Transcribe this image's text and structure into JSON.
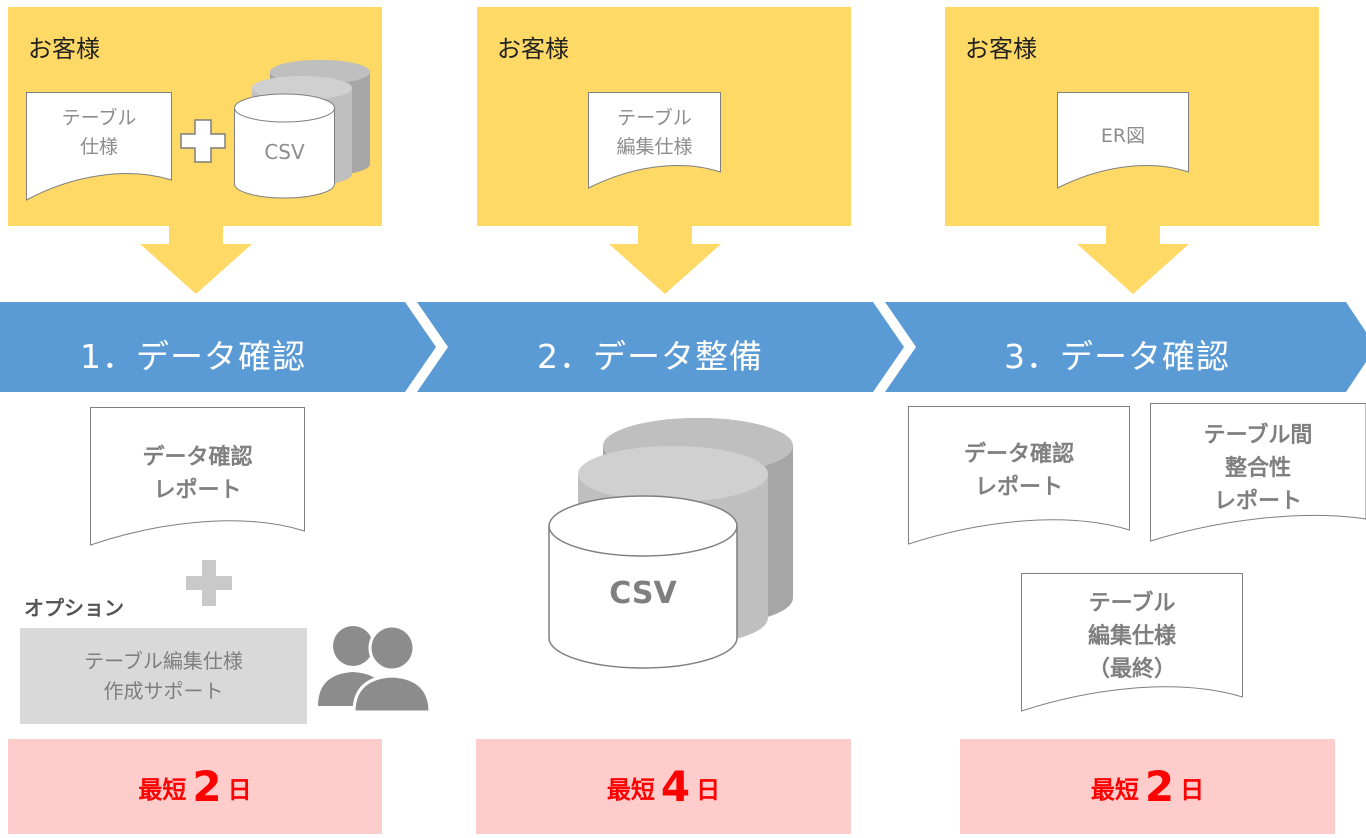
{
  "customer": {
    "col1_label": "お客様",
    "col2_label": "お客様",
    "col3_label": "お客様"
  },
  "inputs": {
    "table_spec": "テーブル\n仕様",
    "csv": "CSV",
    "table_edit_spec": "テーブル\n編集仕様",
    "er_diagram": "ER図"
  },
  "steps": [
    {
      "label": "1．データ確認"
    },
    {
      "label": "2．データ整備"
    },
    {
      "label": "3．データ確認"
    }
  ],
  "outputs": {
    "data_check_report_1": "データ確認\nレポート",
    "option_label": "オプション",
    "support_box": "テーブル編集仕様\n作成サポート",
    "csv_big": "CSV",
    "data_check_report_3": "データ確認\nレポート",
    "consistency_report": "テーブル間\n整合性\nレポート",
    "final_edit_spec": "テーブル\n編集仕様\n（最終）"
  },
  "durations": [
    {
      "prefix": "最短",
      "num": "2",
      "unit": "日"
    },
    {
      "prefix": "最短",
      "num": "4",
      "unit": "日"
    },
    {
      "prefix": "最短",
      "num": "2",
      "unit": "日"
    }
  ],
  "colors": {
    "customer_bg": "#ffd966",
    "banner": "#5b9bd5",
    "duration_bg": "#ffcccc",
    "duration_text": "#ff0000"
  }
}
